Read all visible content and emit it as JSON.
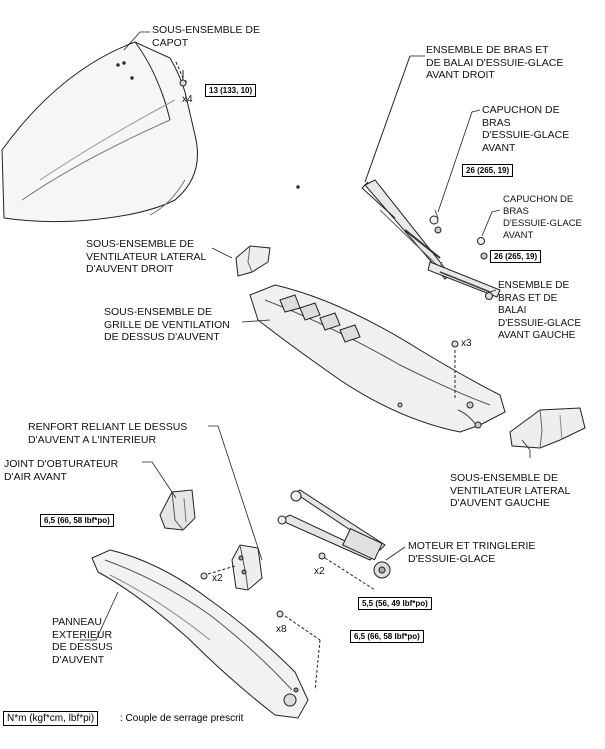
{
  "labels": {
    "hood": "SOUS-ENSEMBLE DE\nCAPOT",
    "wiper_right": "ENSEMBLE DE BRAS ET\nDE BALAI D'ESSUIE-GLACE\nAVANT DROIT",
    "cap_1": "CAPUCHON DE\nBRAS\nD'ESSUIE-GLACE\nAVANT",
    "cap_2": "CAPUCHON DE\nBRAS\nD'ESSUIE-GLACE\nAVANT",
    "louver_right": "SOUS-ENSEMBLE DE\nVENTILATEUR LATERAL\nD'AUVENT DROIT",
    "wiper_left": "ENSEMBLE DE\nBRAS ET DE\nBALAI\nD'ESSUIE-GLACE\nAVANT GAUCHE",
    "cowl_grille": "SOUS-ENSEMBLE DE\nGRILLE DE VENTILATION\nDE DESSUS D'AUVENT",
    "cowl_brace": "RENFORT RELIANT LE DESSUS\nD'AUVENT A L'INTERIEUR",
    "seal": "JOINT D'OBTURATEUR\nD'AIR AVANT",
    "louver_left": "SOUS-ENSEMBLE DE\nVENTILATEUR LATERAL\nD'AUVENT GAUCHE",
    "motor_link": "MOTEUR ET TRINGLERIE\nD'ESSUIE-GLACE",
    "outer_panel": "PANNEAU\nEXTERIEUR\nDE DESSUS\nD'AUVENT"
  },
  "torques": {
    "hood": "13 (133, 10)",
    "wiper_right": "26 (265, 19)",
    "wiper_left": "26 (265, 19)",
    "brace": "6,5 (66, 58 lbf*po)",
    "motor": "5,5 (56, 49 lbf*po)",
    "panel": "6,5 (66, 58 lbf*po)"
  },
  "quantities": {
    "hood": "x4",
    "grille": "x3",
    "brace": "x2",
    "motor": "x2",
    "panel": "x8"
  },
  "legend": {
    "unit": "N*m (kgf*cm, lbf*pi)",
    "text": ": Couple de serrage prescrit"
  }
}
